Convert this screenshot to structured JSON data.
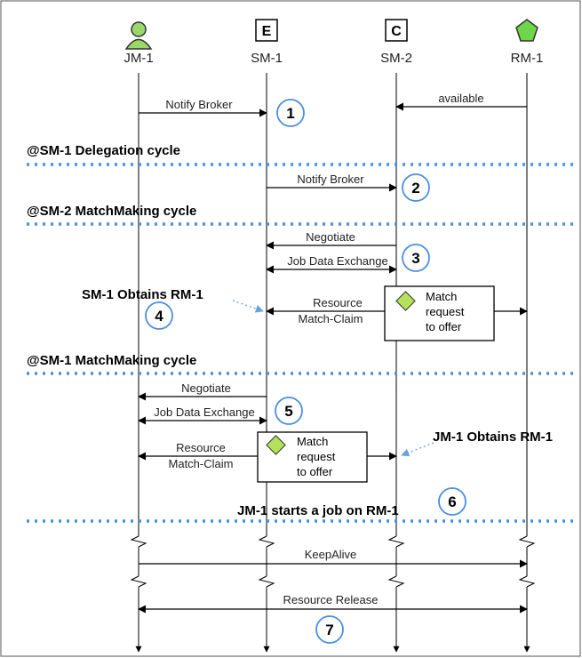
{
  "actors": [
    {
      "label": "JM-1",
      "icon": "user-icon",
      "color": "#9ad86a"
    },
    {
      "label": "SM-1",
      "icon": "entity-e-icon",
      "letter": "E"
    },
    {
      "label": "SM-2",
      "icon": "entity-c-icon",
      "letter": "C"
    },
    {
      "label": "RM-1",
      "icon": "pentagon-icon",
      "color": "#6fd64a"
    }
  ],
  "messages": {
    "m_notify1": "Notify Broker",
    "m_available": "available",
    "m_notify2": "Notify Broker",
    "m_negotiate1": "Negotiate",
    "m_jde1": "Job Data Exchange",
    "m_resource1": "Resource",
    "m_matchclaim1": "Match-Claim",
    "m_negotiate2": "Negotiate",
    "m_jde2": "Job Data Exchange",
    "m_resource2": "Resource",
    "m_matchclaim2": "Match-Claim",
    "m_keepalive": "KeepAlive",
    "m_release": "Resource Release"
  },
  "phases": {
    "p1": "@SM-1 Delegation cycle",
    "p2": "@SM-2 MatchMaking cycle",
    "p3": "@SM-1 MatchMaking cycle"
  },
  "annotations": {
    "sm1_obtains": "SM-1 Obtains RM-1",
    "jm1_obtains": "JM-1 Obtains RM-1",
    "jm1_starts": "JM-1 starts a job on RM-1"
  },
  "match_box": {
    "line1": "Match",
    "line2": "request",
    "line3": "to offer"
  },
  "steps": [
    "1",
    "2",
    "3",
    "4",
    "5",
    "6",
    "7"
  ],
  "colors": {
    "dotted_separator": "#4a8fe0",
    "step_circle": "#4a8fe0",
    "diamond": "#b5e05a"
  }
}
